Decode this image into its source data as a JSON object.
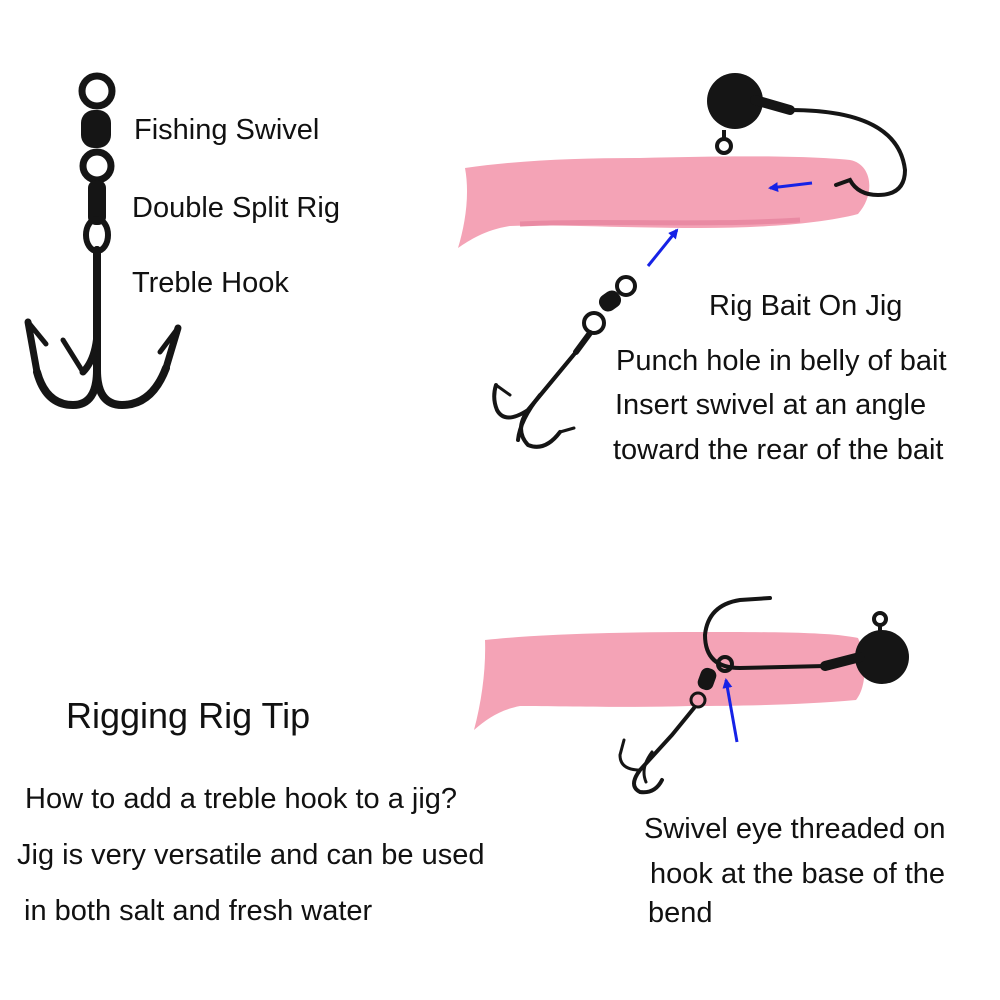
{
  "components": {
    "swivel_label": "Fishing Swivel",
    "split_rig_label": "Double Split Rig",
    "treble_label": "Treble Hook"
  },
  "step_one": {
    "heading": "Rig Bait On Jig",
    "lines": [
      "Punch hole in belly of bait",
      "Insert swivel at an angle",
      "toward the rear of the bait"
    ]
  },
  "tip": {
    "title": "Rigging Rig Tip",
    "lines": [
      "How to add a treble hook to a jig?",
      "Jig is very versatile and can be used",
      "in both salt and fresh water"
    ]
  },
  "step_two": {
    "lines": [
      "Swivel eye threaded on",
      "hook at the base of the",
      "bend"
    ]
  },
  "colors": {
    "bait": "#f4a3b6",
    "bait_shade": "#e98aa3",
    "metal": "#151515",
    "arrow": "#1622e6",
    "text": "#111111"
  }
}
